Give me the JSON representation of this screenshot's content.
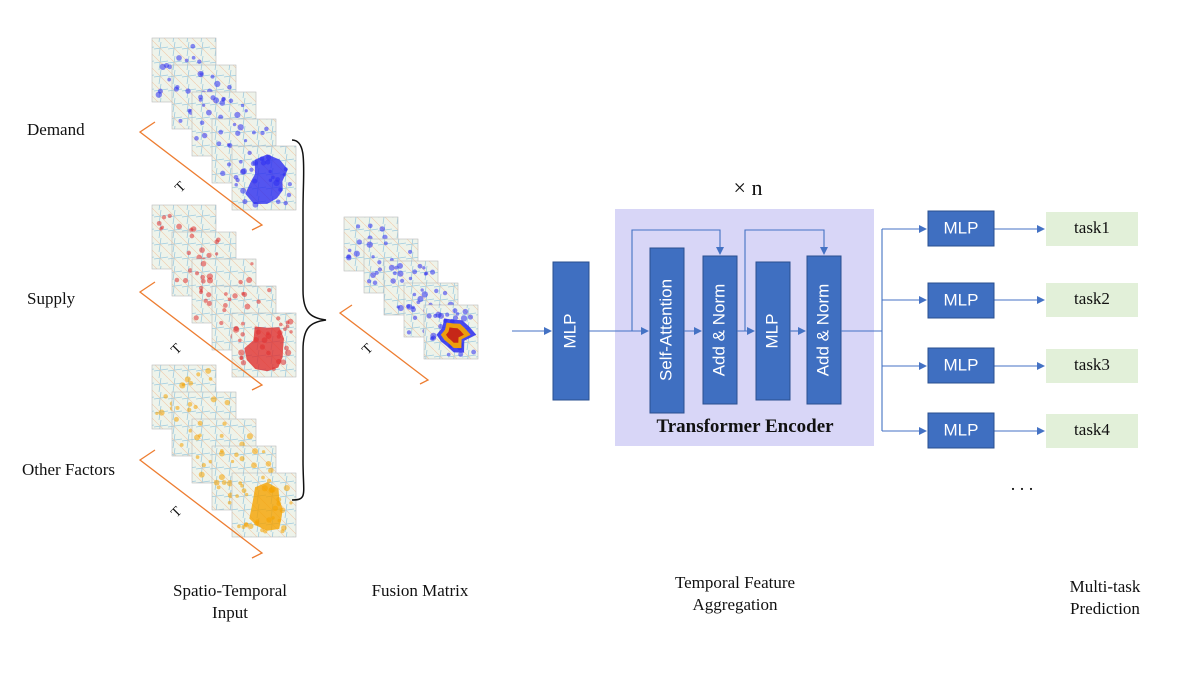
{
  "inputs": {
    "demand_label": "Demand",
    "supply_label": "Supply",
    "other_label": "Other Factors",
    "time_symbol": "T"
  },
  "captions": {
    "spatio_temporal_line1": "Spatio-Temporal",
    "spatio_temporal_line2": "Input",
    "fusion_matrix": "Fusion Matrix",
    "temporal_line1": "Temporal Feature",
    "temporal_line2": "Aggregation",
    "multitask_line1": "Multi-task",
    "multitask_line2": "Prediction"
  },
  "encoder": {
    "title": "Transformer Encoder",
    "repeat": "× n",
    "blocks": [
      "Self-Attention",
      "Add & Norm",
      "MLP",
      "Add & Norm"
    ]
  },
  "mlp_label": "MLP",
  "heads": {
    "mlp_label": "MLP",
    "tasks": [
      "task1",
      "task2",
      "task3",
      "task4"
    ],
    "ellipsis": ". . ."
  },
  "colors": {
    "block_blue": "#3f6fc1",
    "block_border": "#2a4f8f",
    "encoder_bg": "#d8d6f7",
    "task_green": "#e2f0d9",
    "arrow": "#4472c4",
    "brace_orange": "#ed7d31",
    "demand_blue": "#2d2df0",
    "supply_red": "#e03030",
    "other_orange": "#f5a300"
  }
}
